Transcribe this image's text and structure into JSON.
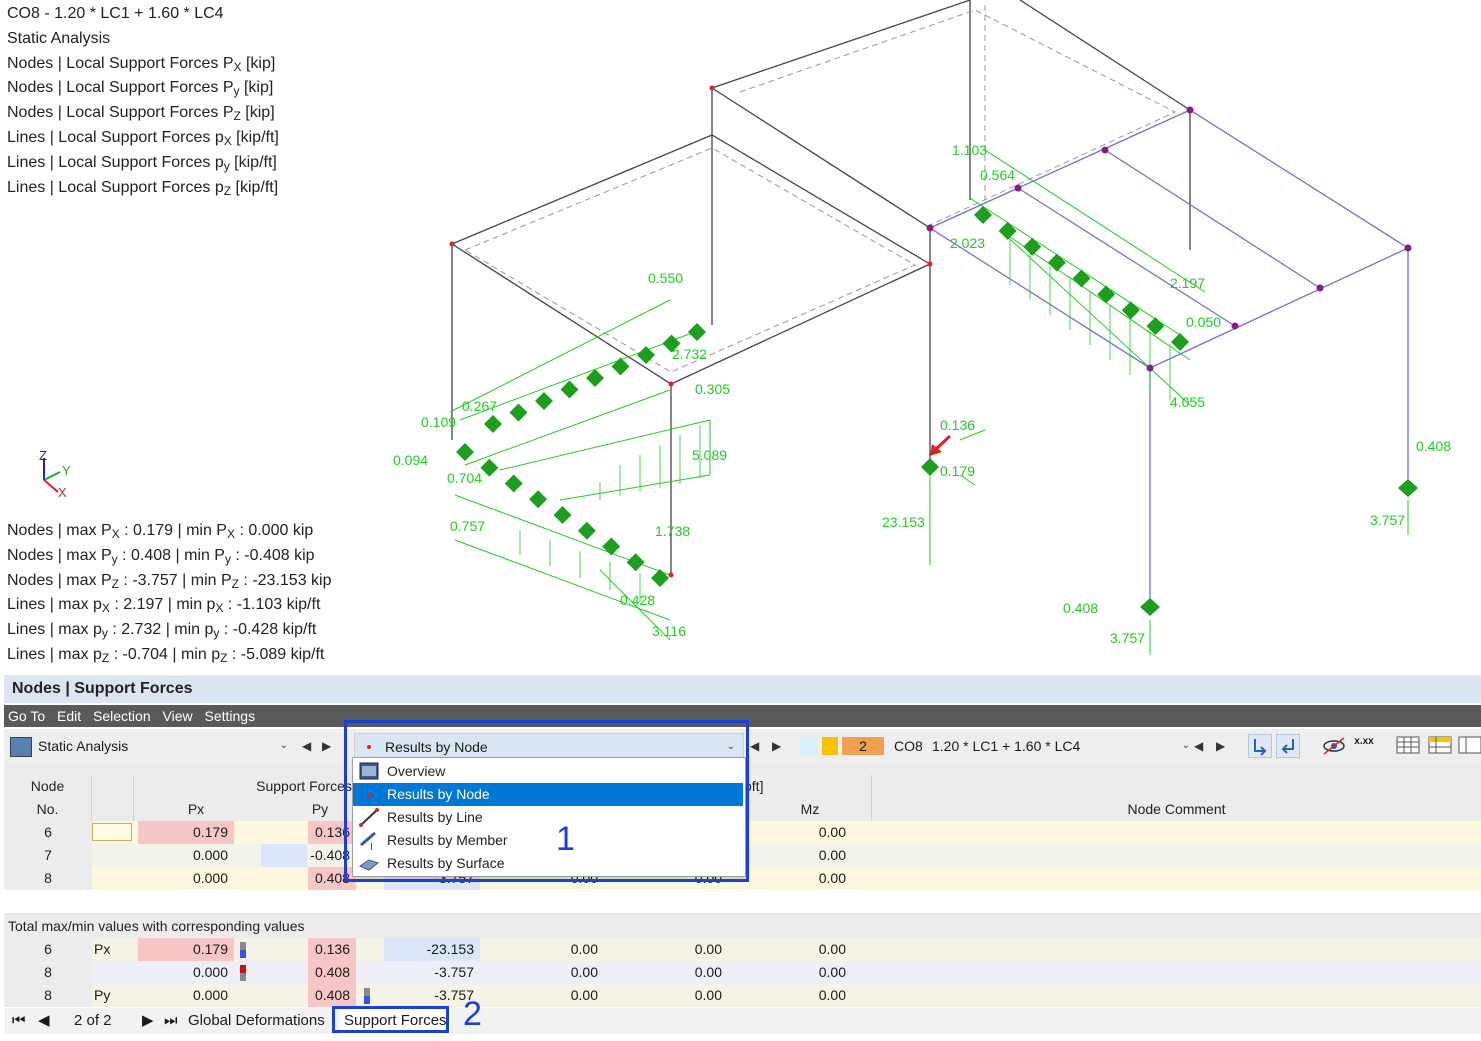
{
  "viewport": {
    "info_lines": [
      {
        "pre": "CO8 - 1.20 * LC1 + 1.60 * LC4",
        "sub": "",
        "post": ""
      },
      {
        "pre": "Static Analysis",
        "sub": "",
        "post": ""
      },
      {
        "pre": "Nodes | Local Support Forces P",
        "sub": "X",
        "post": " [kip]"
      },
      {
        "pre": "Nodes | Local Support Forces P",
        "sub": "y",
        "post": " [kip]"
      },
      {
        "pre": "Nodes | Local Support Forces P",
        "sub": "Z",
        "post": " [kip]"
      },
      {
        "pre": "Lines | Local Support Forces p",
        "sub": "X",
        "post": " [kip/ft]"
      },
      {
        "pre": "Lines | Local Support Forces p",
        "sub": "y",
        "post": " [kip/ft]"
      },
      {
        "pre": "Lines | Local Support Forces p",
        "sub": "Z",
        "post": " [kip/ft]"
      }
    ],
    "summary_lines": [
      {
        "a": "Nodes | max P",
        "s1": "X",
        "b": " : 0.179 | min P",
        "s2": "X",
        "c": " : 0.000 kip"
      },
      {
        "a": "Nodes | max P",
        "s1": "y",
        "b": " : 0.408 | min P",
        "s2": "y",
        "c": " : -0.408 kip"
      },
      {
        "a": "Nodes | max P",
        "s1": "Z",
        "b": " : -3.757 | min P",
        "s2": "Z",
        "c": " : -23.153 kip"
      },
      {
        "a": "Lines | max p",
        "s1": "X",
        "b": " : 2.197 | min p",
        "s2": "X",
        "c": " : -1.103 kip/ft"
      },
      {
        "a": "Lines | max p",
        "s1": "y",
        "b": " : 2.732 | min p",
        "s2": "y",
        "c": " : -0.428 kip/ft"
      },
      {
        "a": "Lines | max p",
        "s1": "Z",
        "b": " : -0.704 | min p",
        "s2": "Z",
        "c": " : -5.089 kip/ft"
      }
    ],
    "axis_labels": {
      "z": "Z",
      "y": "Y",
      "x": "X"
    },
    "value_labels": [
      "1.103",
      "0.564",
      "2.023",
      "2.197",
      "0.050",
      "4.055",
      "0.550",
      "2.732",
      "0.305",
      "0.267",
      "0.109",
      "0.094",
      "0.704",
      "5.089",
      "0.757",
      "1.738",
      "0.428",
      "3.116",
      "0.136",
      "0.179",
      "23.153",
      "0.408",
      "3.757",
      "0.408",
      "3.757"
    ],
    "colors": {
      "result": "#22cc22",
      "support": "#1e9e1e",
      "structure": "#333333",
      "line_support": "#7070e0"
    }
  },
  "panel": {
    "title": "Nodes | Support Forces",
    "menu": [
      "Go To",
      "Edit",
      "Selection",
      "View",
      "Settings"
    ],
    "analysis_combo": "Static Analysis",
    "results_combo": "Results by Node",
    "lc_number": "2",
    "lc_name": "CO8",
    "lc_desc": "1.20 * LC1 + 1.60 * LC4",
    "dropdown_items": [
      {
        "label": "Overview",
        "icon": "overview-icon"
      },
      {
        "label": "Results by Node",
        "icon": "node-dot-icon"
      },
      {
        "label": "Results by Line",
        "icon": "line-icon"
      },
      {
        "label": "Results by Member",
        "icon": "member-icon"
      },
      {
        "label": "Results by Surface",
        "icon": "surface-icon"
      }
    ],
    "headers": {
      "node_no_top": "Node",
      "node_no_bottom": "No.",
      "group_forces": "Support Forces",
      "group_moments_tail": "oft]",
      "px": "Px",
      "py": "Py",
      "mz": "Mz",
      "comment": "Node Comment"
    },
    "rows": [
      {
        "no": "6",
        "px": "0.179",
        "py": "0.136",
        "mz": "0.00"
      },
      {
        "no": "7",
        "px": "0.000",
        "py": "-0.408",
        "mz": "0.00"
      },
      {
        "no": "8",
        "px": "0.000",
        "py": "0.408",
        "pz": "-3.757",
        "mx": "0.00",
        "my": "0.00",
        "mz": "0.00"
      }
    ],
    "totals_title": "Total max/min values with corresponding values",
    "totals": [
      {
        "no": "6",
        "type": "Px",
        "px": "0.179",
        "py": "0.136",
        "pz": "-23.153",
        "mx": "0.00",
        "my": "0.00",
        "mz": "0.00"
      },
      {
        "no": "8",
        "type": "",
        "px": "0.000",
        "py": "0.408",
        "pz": "-3.757",
        "mx": "0.00",
        "my": "0.00",
        "mz": "0.00"
      },
      {
        "no": "8",
        "type": "Py",
        "px": "0.000",
        "py": "0.408",
        "pz": "-3.757",
        "mx": "0.00",
        "my": "0.00",
        "mz": "0.00"
      }
    ],
    "pager": "2 of 2",
    "tabs": [
      "Global Deformations",
      "Support Forces"
    ],
    "callouts": [
      "1",
      "2"
    ]
  }
}
